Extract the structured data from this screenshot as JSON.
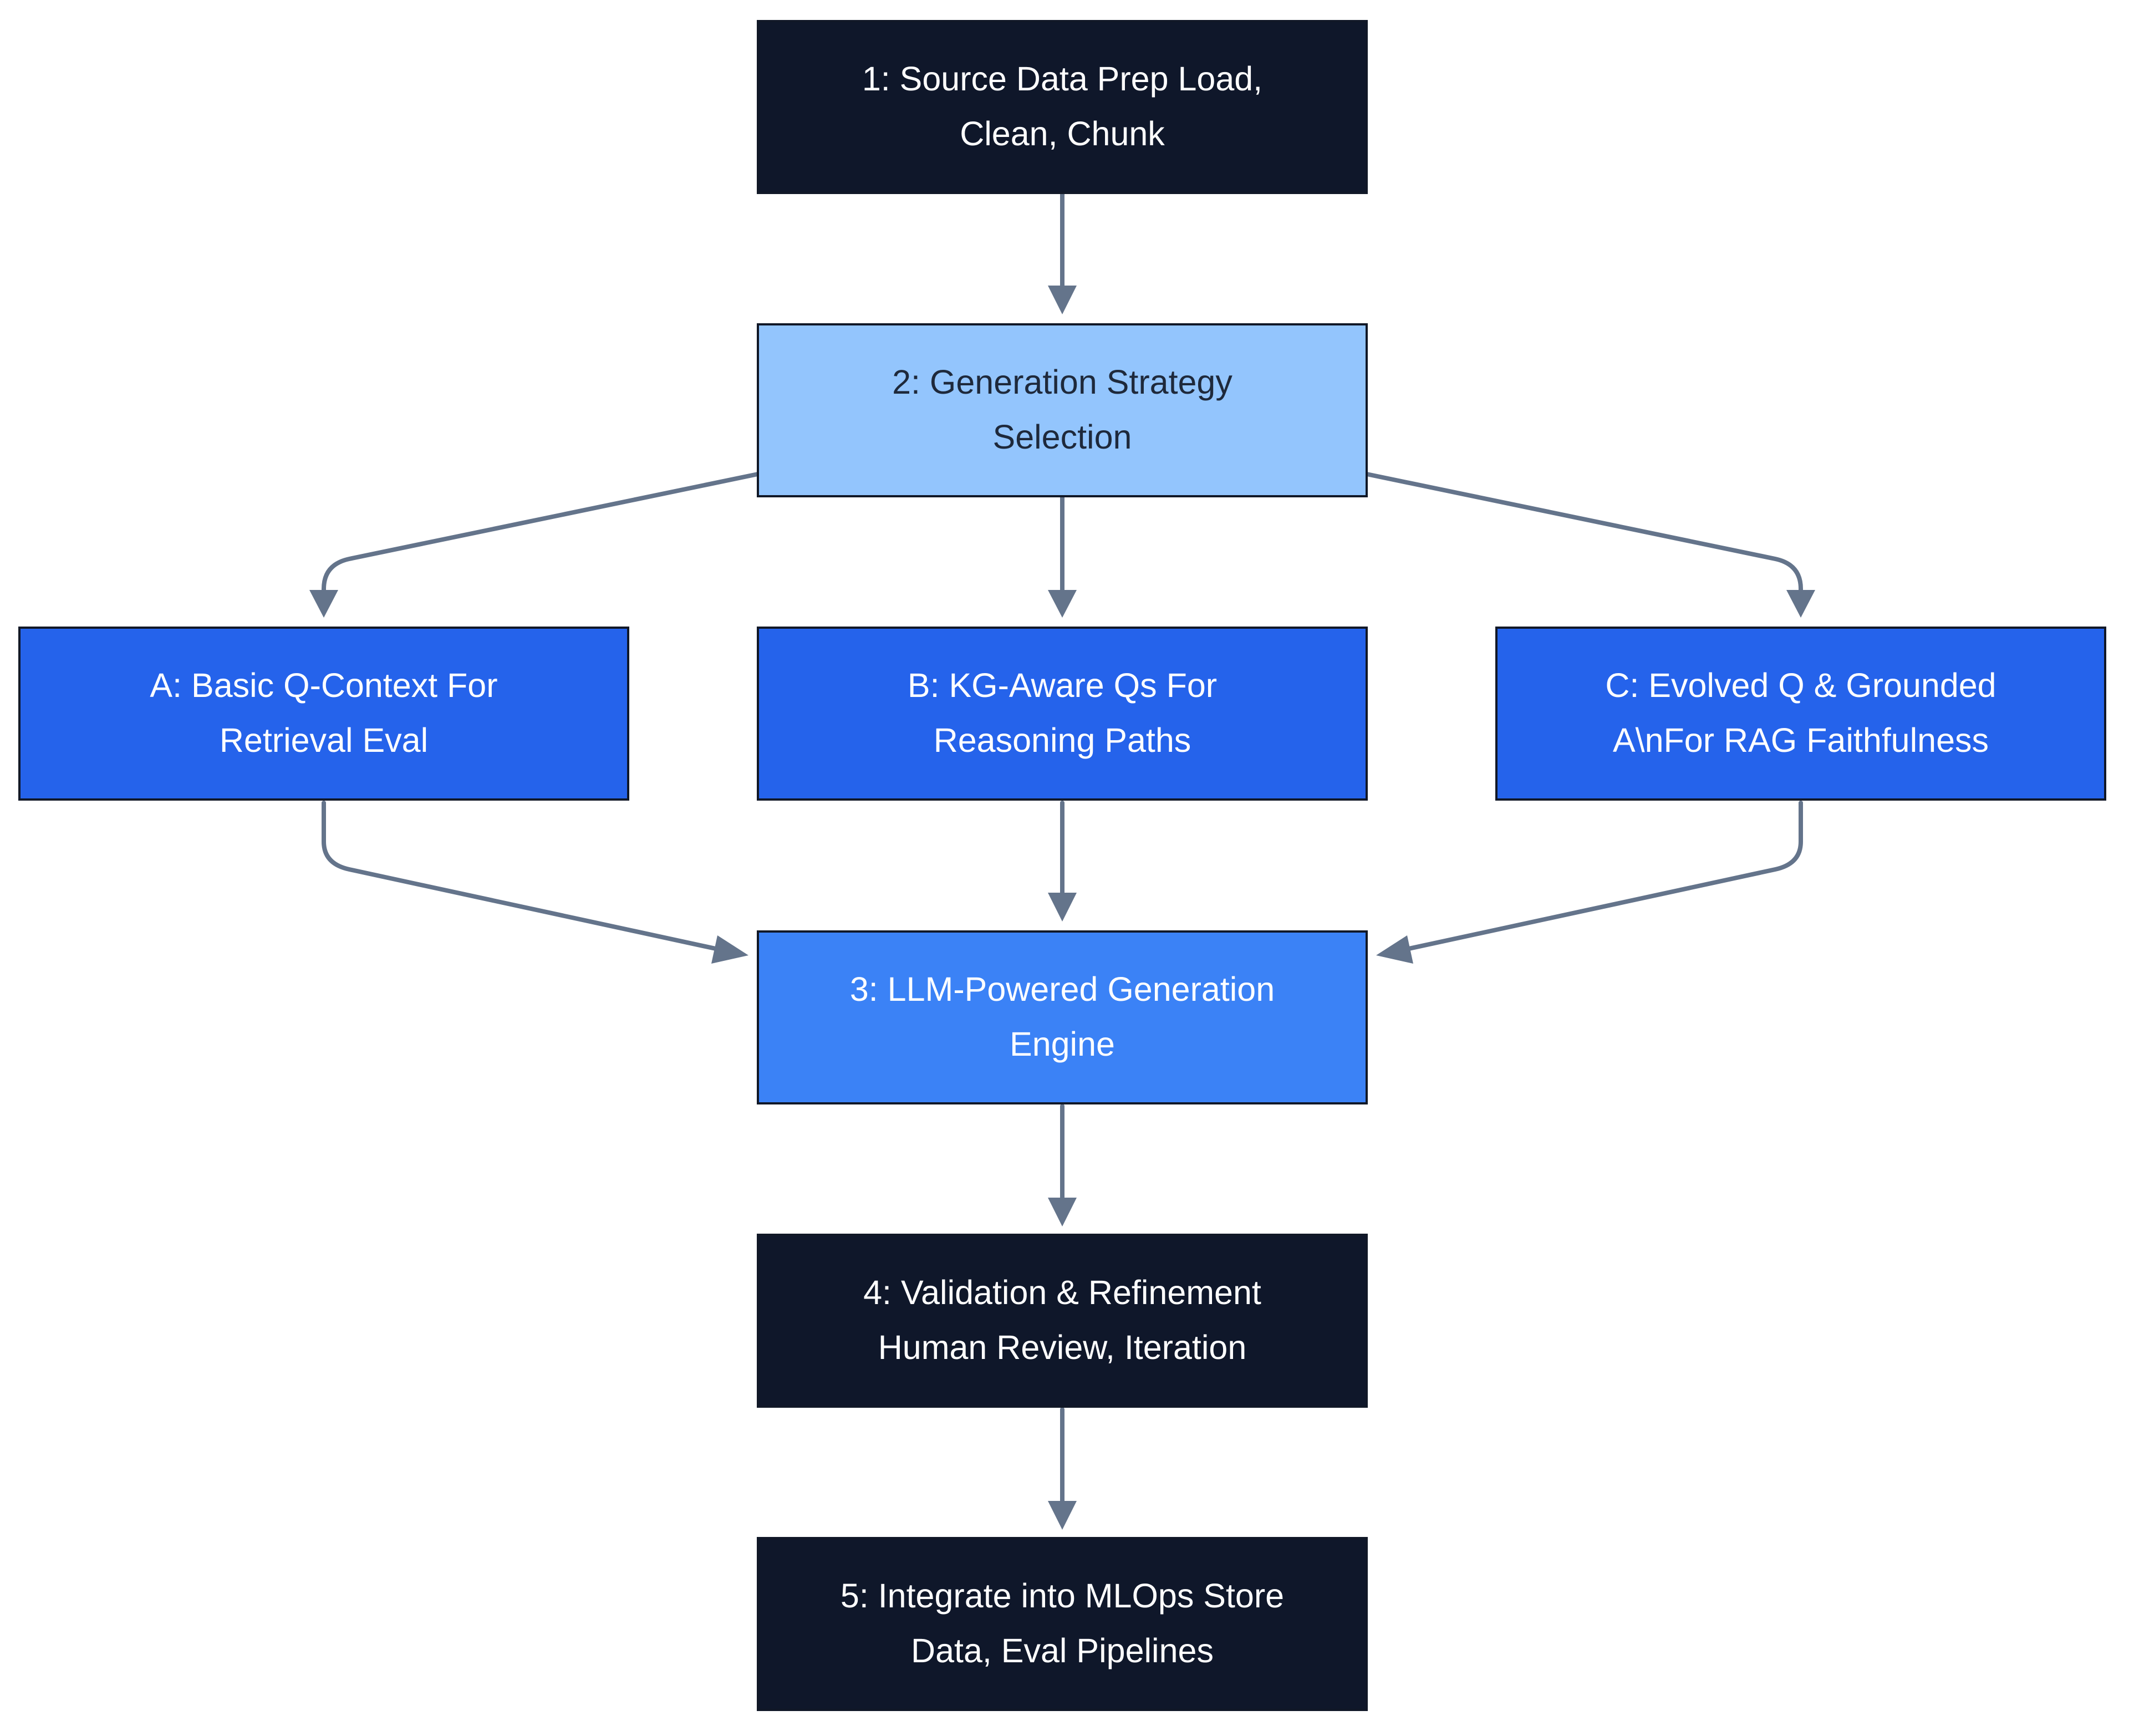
{
  "colors": {
    "dark_node": "#0f172a",
    "light_node": "#93c5fd",
    "mid_node": "#2563eb",
    "engine_node": "#3b82f6",
    "text_light": "#ffffff",
    "text_dark": "#1e293b",
    "edge": "#64748b"
  },
  "nodes": {
    "source": {
      "line1": "1: Source Data Prep Load,",
      "line2": "Clean, Chunk"
    },
    "strategy": {
      "line1": "2: Generation Strategy",
      "line2": "Selection"
    },
    "basic": {
      "line1": "A: Basic Q-Context For",
      "line2": "Retrieval Eval"
    },
    "kg": {
      "line1": "B: KG-Aware Qs For",
      "line2": "Reasoning Paths"
    },
    "evolved": {
      "line1": "C: Evolved Q & Grounded",
      "line2": "A\\nFor RAG Faithfulness"
    },
    "engine": {
      "line1": "3: LLM-Powered Generation",
      "line2": "Engine"
    },
    "validation": {
      "line1": "4: Validation & Refinement",
      "line2": "Human Review, Iteration"
    },
    "integrate": {
      "line1": "5: Integrate into MLOps Store",
      "line2": "Data, Eval Pipelines"
    }
  }
}
